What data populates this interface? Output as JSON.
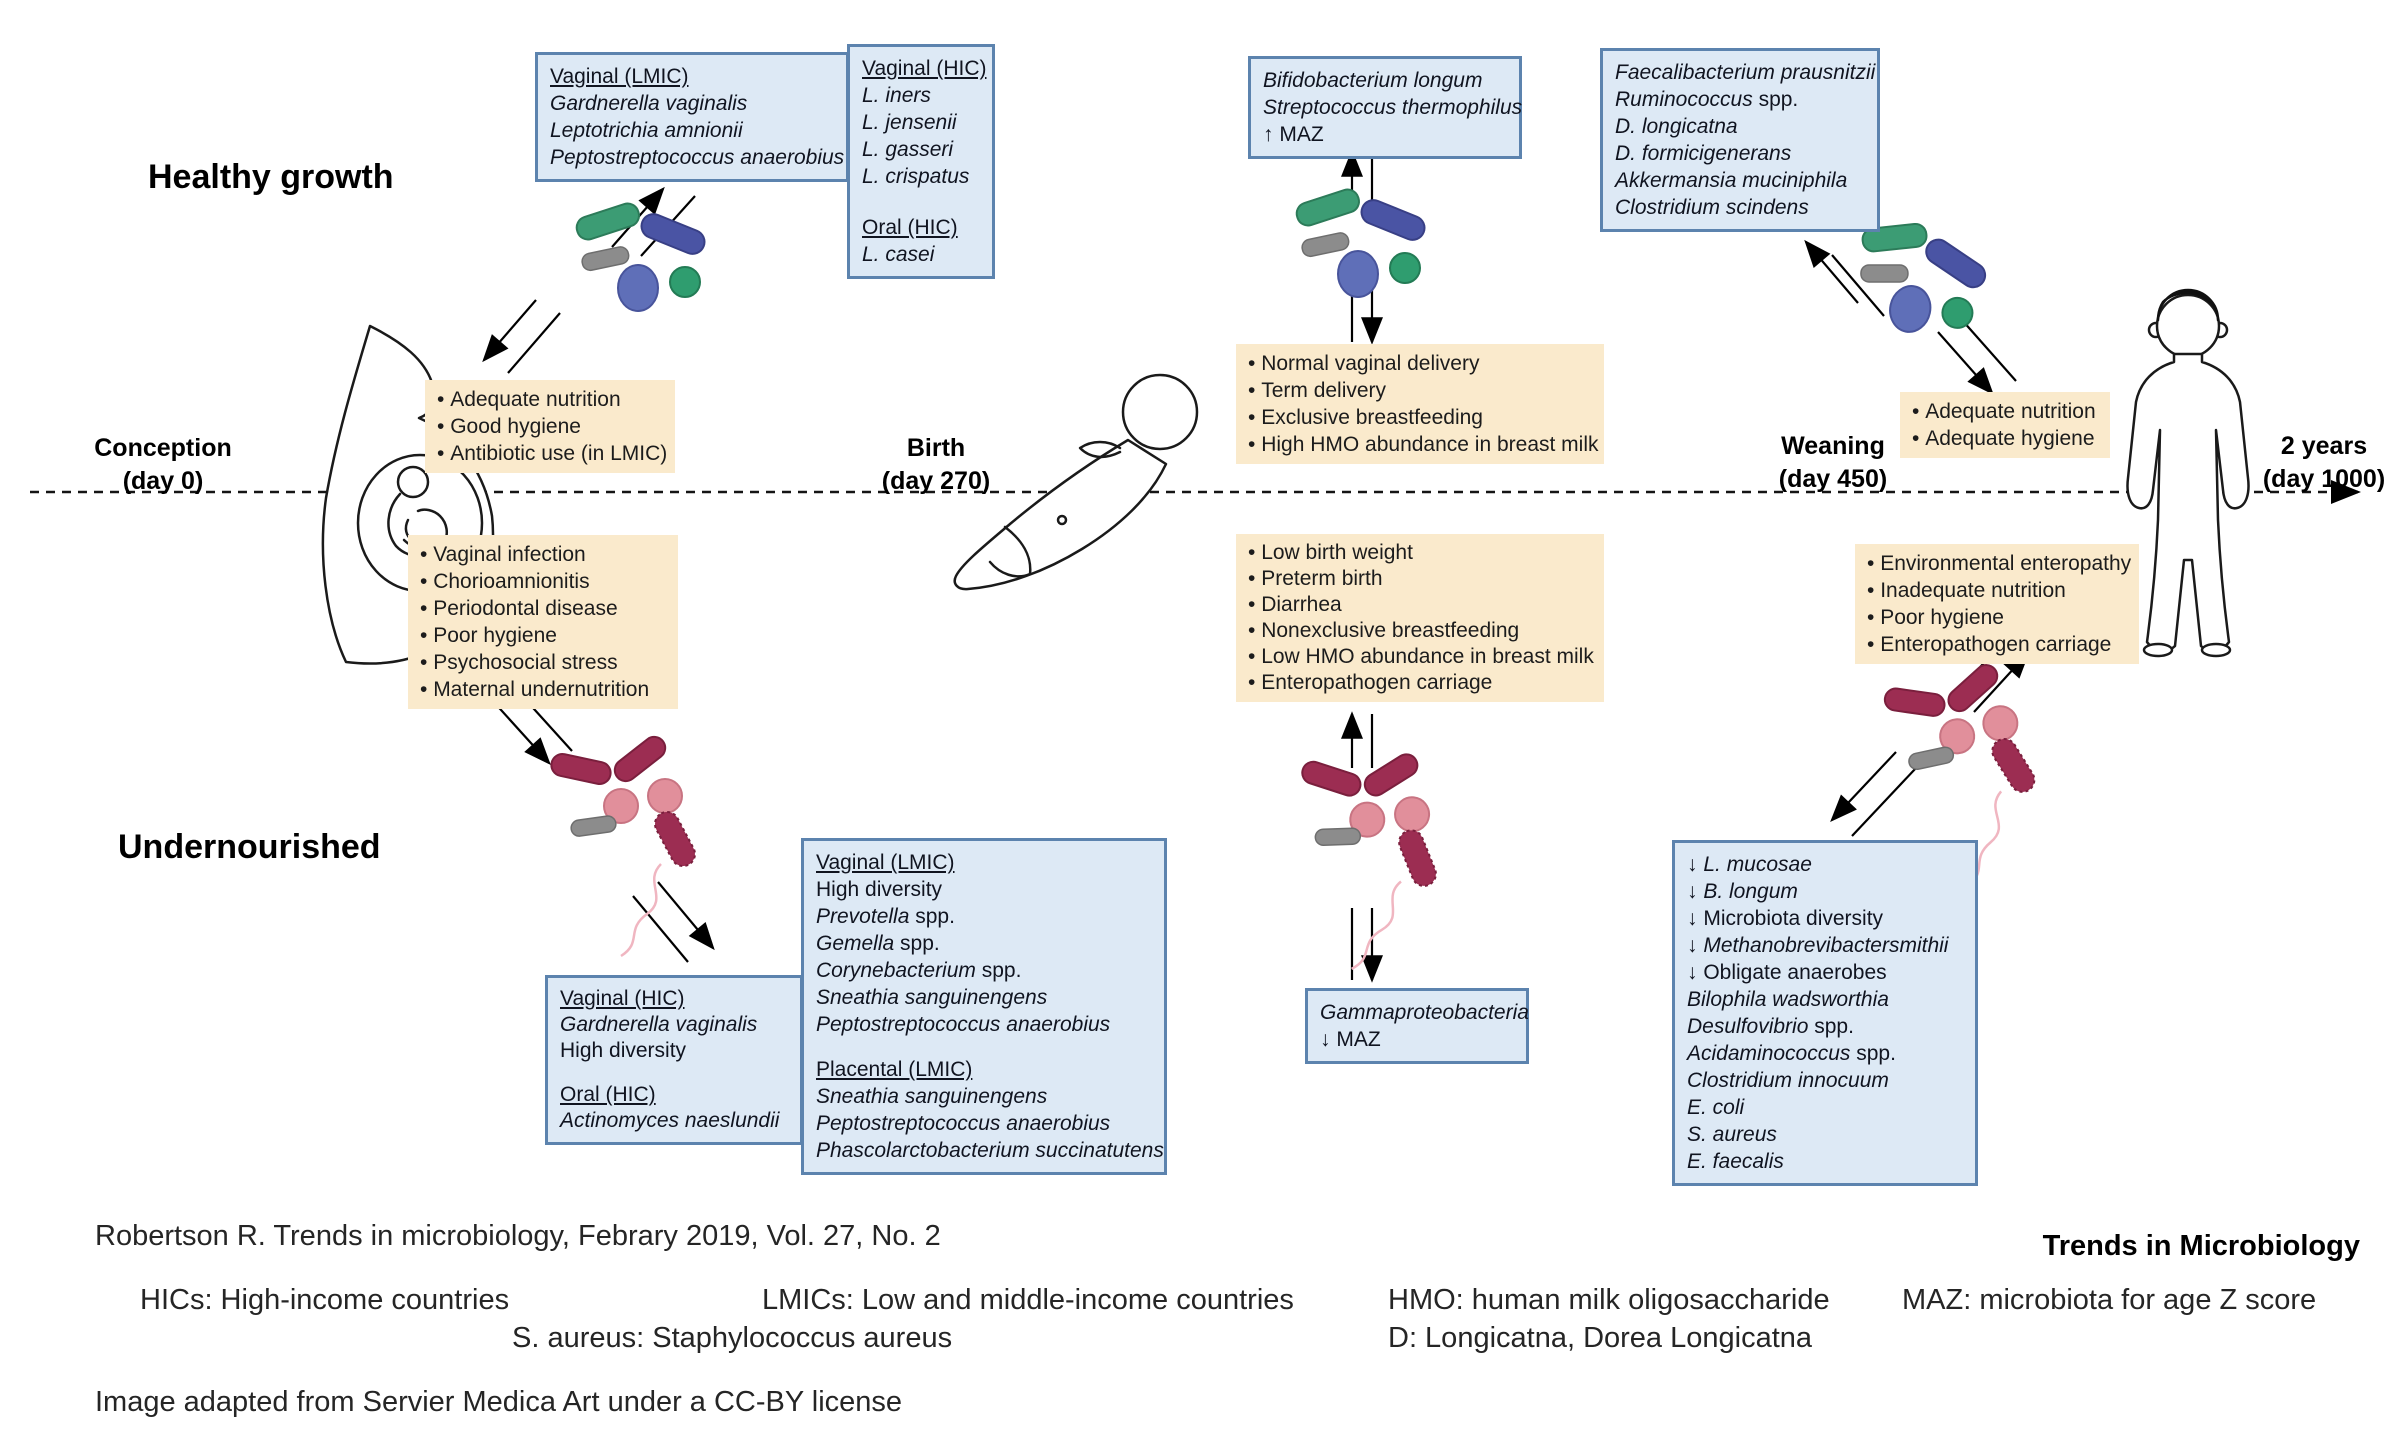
{
  "labels": {
    "healthy": "Healthy growth",
    "undernourished": "Undernourished"
  },
  "timeline": {
    "points": [
      {
        "line1": "Conception",
        "line2": "(day 0)"
      },
      {
        "line1": "Birth",
        "line2": "(day 270)"
      },
      {
        "line1": "Weaning",
        "line2": "(day 450)"
      },
      {
        "line1": "2 years",
        "line2": "(day 1000)"
      }
    ]
  },
  "blue_boxes": {
    "vaginal_lmic_top": {
      "title": "Vaginal (LMIC)",
      "items": [
        {
          "it": "Gardnerella vaginalis"
        },
        {
          "it": "Leptotrichia amnionii"
        },
        {
          "it": "Peptostreptococcus anaerobius"
        }
      ]
    },
    "vaginal_oral_hic_top": {
      "sections": [
        {
          "title": "Vaginal (HIC)",
          "items": [
            {
              "it": "L. iners"
            },
            {
              "it": "L. jensenii"
            },
            {
              "it": "L. gasseri"
            },
            {
              "it": "L. crispatus"
            }
          ]
        },
        {
          "title": "Oral (HIC)",
          "items": [
            {
              "it": "L. casei"
            }
          ]
        }
      ]
    },
    "birth_healthy": {
      "items": [
        {
          "it": "Bifidobacterium longum"
        },
        {
          "it": "Streptococcus thermophilus"
        },
        {
          "pre": "↑ MAZ"
        }
      ]
    },
    "weaning_healthy": {
      "items": [
        {
          "it": "Faecalibacterium prausnitzii"
        },
        {
          "it": "Ruminococcus",
          "post": " spp."
        },
        {
          "it": "D. longicatna"
        },
        {
          "it": "D. formicigenerans"
        },
        {
          "it": "Akkermansia muciniphila"
        },
        {
          "it": "Clostridium scindens"
        }
      ]
    },
    "pregnancy_undernourished_hic": {
      "sections": [
        {
          "title": "Vaginal (HIC)",
          "items": [
            {
              "it": "Gardnerella vaginalis"
            },
            {
              "pre": "High diversity"
            }
          ]
        },
        {
          "title": "Oral (HIC)",
          "items": [
            {
              "it": "Actinomyces naeslundii"
            }
          ]
        }
      ]
    },
    "pregnancy_undernourished_lmic": {
      "sections": [
        {
          "title": "Vaginal (LMIC)",
          "items": [
            {
              "pre": "High diversity"
            },
            {
              "it": "Prevotella",
              "post": " spp."
            },
            {
              "it": "Gemella",
              "post": " spp."
            },
            {
              "it": "Corynebacterium",
              "post": " spp."
            },
            {
              "it": "Sneathia sanguinengens"
            },
            {
              "it": "Peptostreptococcus anaerobius"
            }
          ]
        },
        {
          "title": "Placental (LMIC)",
          "items": [
            {
              "it": "Sneathia sanguinengens"
            },
            {
              "it": "Peptostreptococcus anaerobius"
            },
            {
              "it": "Phascolarctobacterium succinatutens"
            }
          ]
        }
      ]
    },
    "birth_undernourished": {
      "items": [
        {
          "it": "Gammaproteobacteria"
        },
        {
          "pre": "↓ MAZ"
        }
      ]
    },
    "weaning_undernourished": {
      "items": [
        {
          "pre": "↓ ",
          "it": "L. mucosae"
        },
        {
          "pre": "↓ ",
          "it": "B. longum"
        },
        {
          "pre": "↓ Microbiota diversity"
        },
        {
          "pre": "↓ ",
          "it": "Methanobrevibactersmithii"
        },
        {
          "pre": "↓ Obligate anaerobes"
        },
        {
          "it": "Bilophila wadsworthia"
        },
        {
          "it": "Desulfovibrio",
          "post": " spp."
        },
        {
          "it": "Acidaminococcus",
          "post": " spp."
        },
        {
          "it": "Clostridium innocuum"
        },
        {
          "it": "E. coli"
        },
        {
          "it": "S. aureus"
        },
        {
          "it": "E. faecalis"
        }
      ]
    }
  },
  "orange_boxes": {
    "pregnancy_healthy": {
      "items": [
        "Adequate nutrition",
        "Good hygiene",
        "Antibiotic use (in LMIC)"
      ]
    },
    "pregnancy_undernourished": {
      "items": [
        "Vaginal infection",
        "Chorioamnionitis",
        "Periodontal disease",
        "Poor hygiene",
        "Psychosocial stress",
        "Maternal undernutrition"
      ]
    },
    "birth_healthy": {
      "items": [
        "Normal vaginal delivery",
        "Term delivery",
        "Exclusive breastfeeding",
        "High HMO abundance in breast milk"
      ]
    },
    "birth_undernourished": {
      "items": [
        "Low birth weight",
        "Preterm birth",
        "Diarrhea",
        "Nonexclusive breastfeeding",
        "Low HMO abundance in breast milk",
        "Enteropathogen carriage"
      ]
    },
    "weaning_healthy": {
      "items": [
        "Adequate nutrition",
        "Adequate hygiene"
      ]
    },
    "weaning_undernourished": {
      "items": [
        "Environmental enteropathy",
        "Inadequate nutrition",
        "Poor hygiene",
        "Enteropathogen carriage"
      ]
    }
  },
  "footer": {
    "citation": "Robertson R. Trends in microbiology, Febrary 2019, Vol. 27, No. 2",
    "journal": "Trends in Microbiology",
    "abbreviations": [
      "HICs: High-income countries",
      "LMICs: Low and middle-income countries",
      "HMO: human milk oligosaccharide",
      "MAZ: microbiota for age Z score",
      "S. aureus: Staphylococcus aureus",
      "D: Longicatna, Dorea Longicatna"
    ],
    "license": "Image adapted from Servier Medica Art under a CC-BY license"
  },
  "colors": {
    "blue_box_fill": "#dde9f5",
    "blue_box_border": "#5c83ae",
    "orange_box_fill": "#faeacc",
    "bacteria_green": "#3c9c74",
    "bacteria_blue": "#4a54a4",
    "bacteria_gray": "#8c8c8c",
    "bacteria_red": "#9c2d52",
    "bacteria_pink": "#e18f9b"
  }
}
